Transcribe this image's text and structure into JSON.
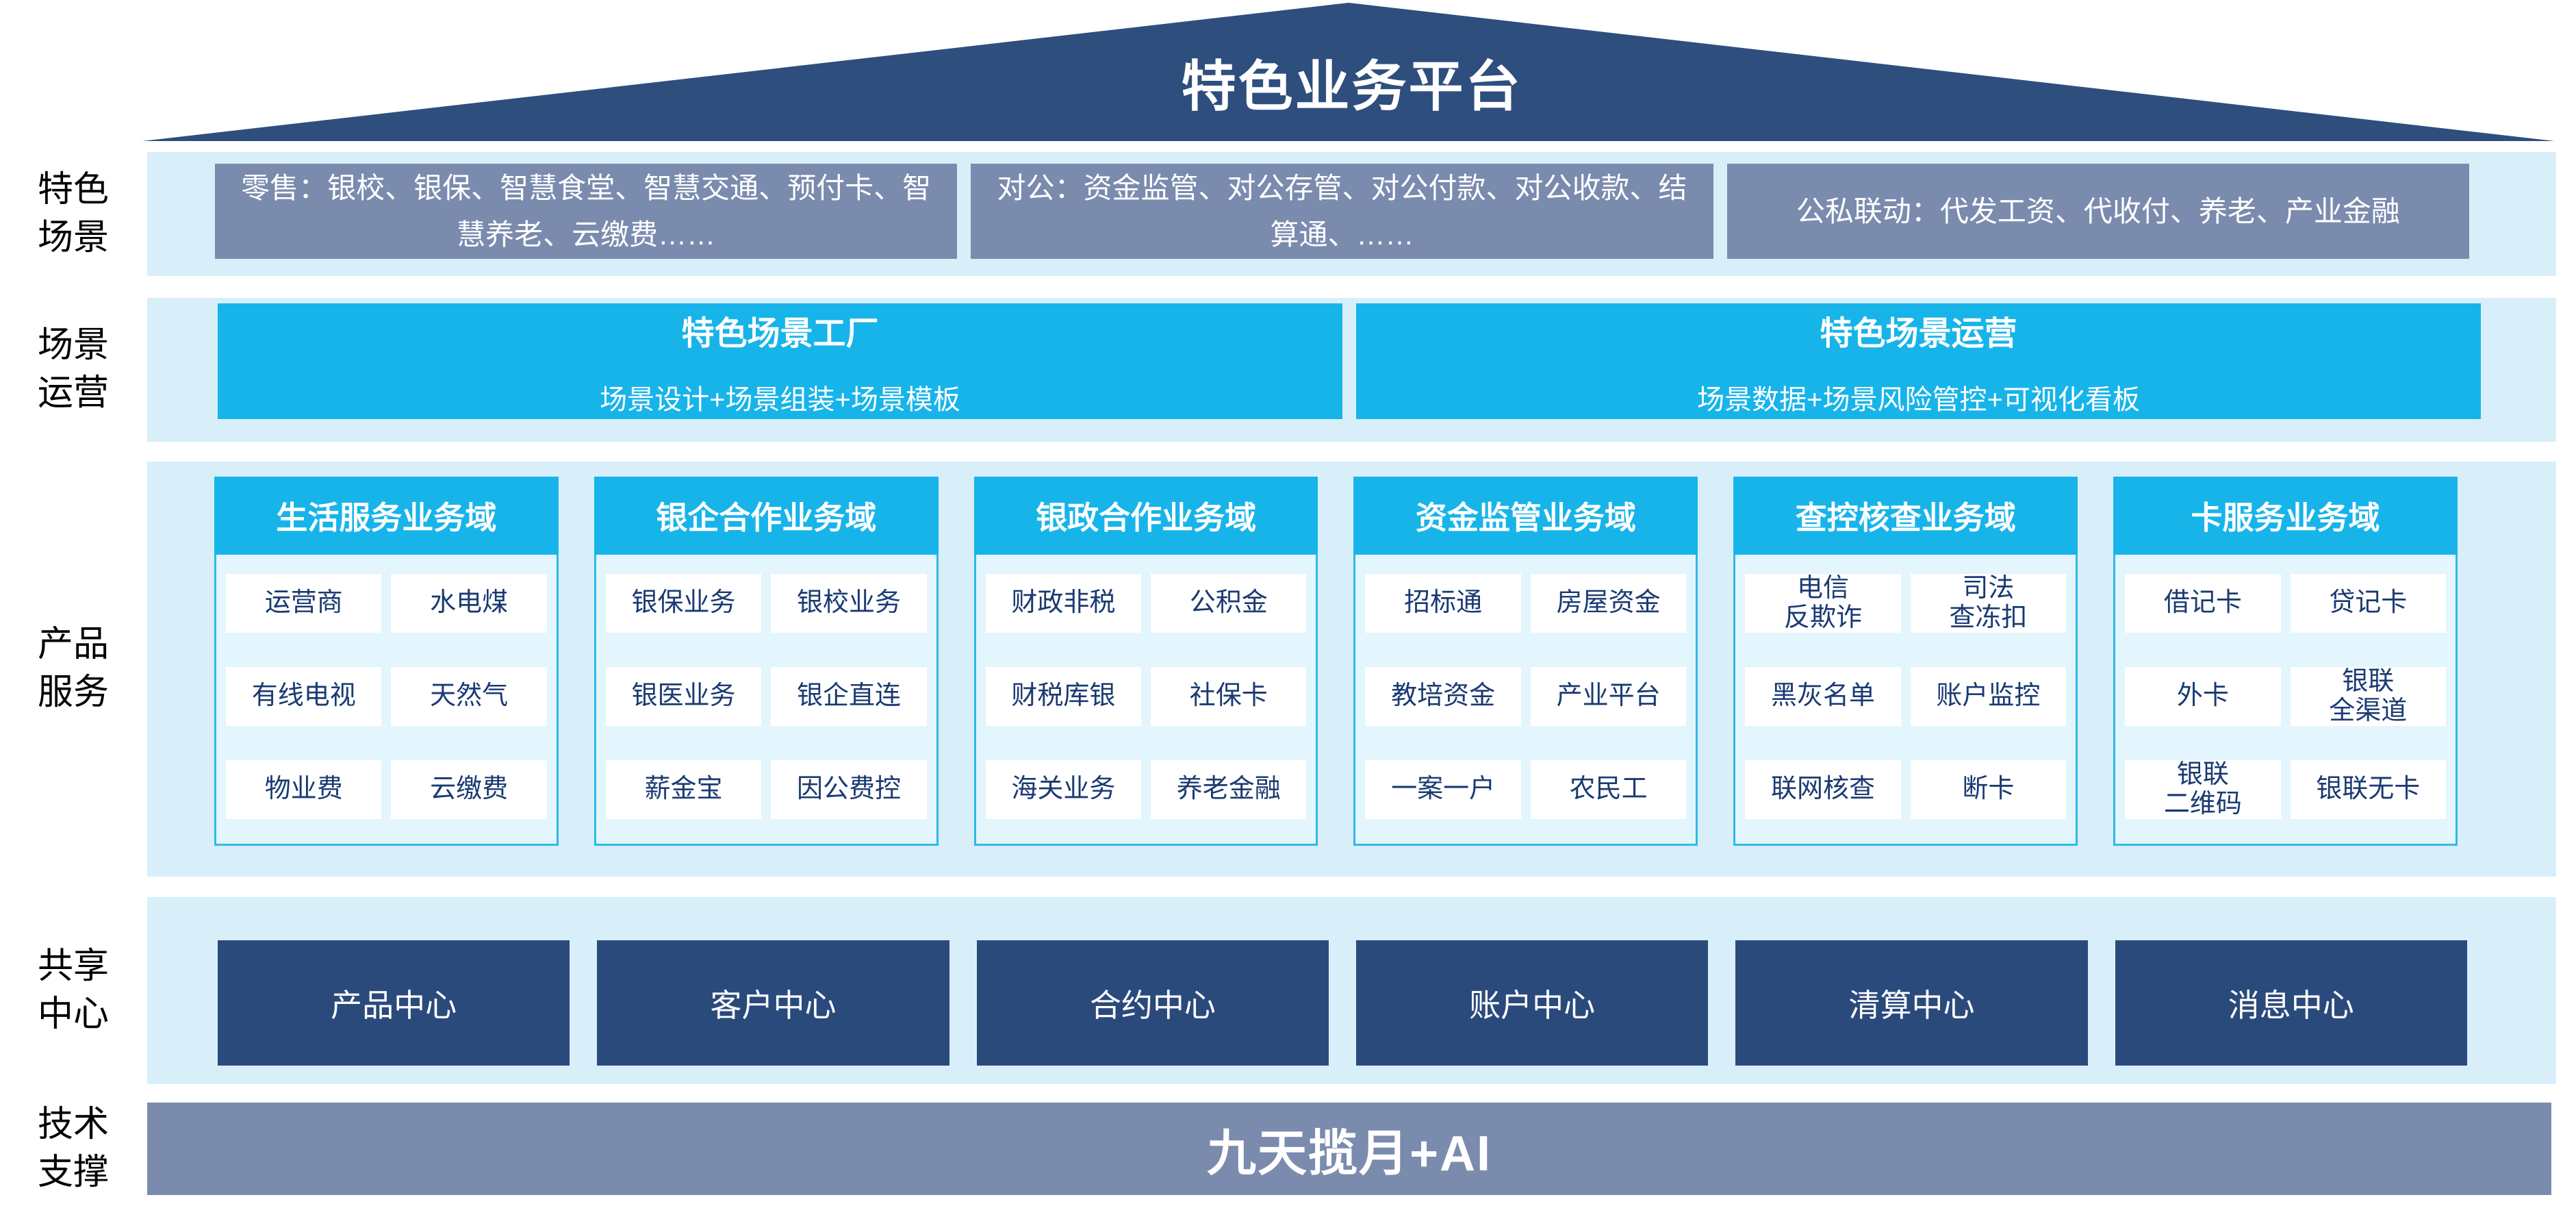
{
  "title": "特色业务平台",
  "scenes": {
    "label_lines": [
      "特色",
      "场景"
    ],
    "boxes": [
      "零售：银校、银保、智慧食堂、智慧交通、预付卡、智慧养老、云缴费……",
      "对公：资金监管、对公存管、对公付款、对公收款、结算通、……",
      "公私联动：代发工资、代收付、养老、产业金融"
    ]
  },
  "operation": {
    "label_lines": [
      "场景",
      "运营"
    ],
    "boxes": [
      {
        "title": "特色场景工厂",
        "subtitle": "场景设计+场景组装+场景模板"
      },
      {
        "title": "特色场景运营",
        "subtitle": "场景数据+场景风险管控+可视化看板"
      }
    ]
  },
  "products": {
    "label_lines": [
      "产品",
      "服务"
    ],
    "domains": [
      {
        "header": "生活服务业务域",
        "cells": [
          "运营商",
          "水电煤",
          "有线电视",
          "天然气",
          "物业费",
          "云缴费"
        ]
      },
      {
        "header": "银企合作业务域",
        "cells": [
          "银保业务",
          "银校业务",
          "银医业务",
          "银企直连",
          "薪金宝",
          "因公费控"
        ]
      },
      {
        "header": "银政合作业务域",
        "cells": [
          "财政非税",
          "公积金",
          "财税库银",
          "社保卡",
          "海关业务",
          "养老金融"
        ]
      },
      {
        "header": "资金监管业务域",
        "cells": [
          "招标通",
          "房屋资金",
          "教培资金",
          "产业平台",
          "一案一户",
          "农民工"
        ]
      },
      {
        "header": "查控核查业务域",
        "cells": [
          "电信\n反欺诈",
          "司法\n查冻扣",
          "黑灰名单",
          "账户监控",
          "联网核查",
          "断卡"
        ]
      },
      {
        "header": "卡服务业务域",
        "cells": [
          "借记卡",
          "贷记卡",
          "外卡",
          "银联\n全渠道",
          "银联\n二维码",
          "银联无卡"
        ]
      }
    ]
  },
  "centers": {
    "label_lines": [
      "共享",
      "中心"
    ],
    "boxes": [
      "产品中心",
      "客户中心",
      "合约中心",
      "账户中心",
      "清算中心",
      "消息中心"
    ]
  },
  "tech": {
    "label_lines": [
      "技术",
      "支撑"
    ],
    "bar": "九天揽月+AI"
  },
  "colors": {
    "roof_navy": "#2e4e7e",
    "center_navy": "#2b4a7c",
    "steel_blue": "#7a8bae",
    "cyan": "#17b4ea",
    "cyan_border": "#2fb9e9",
    "band_light_blue": "#d8effa",
    "panel_light_blue": "#e3f5fd",
    "cell_text_navy": "#1a3a72"
  }
}
